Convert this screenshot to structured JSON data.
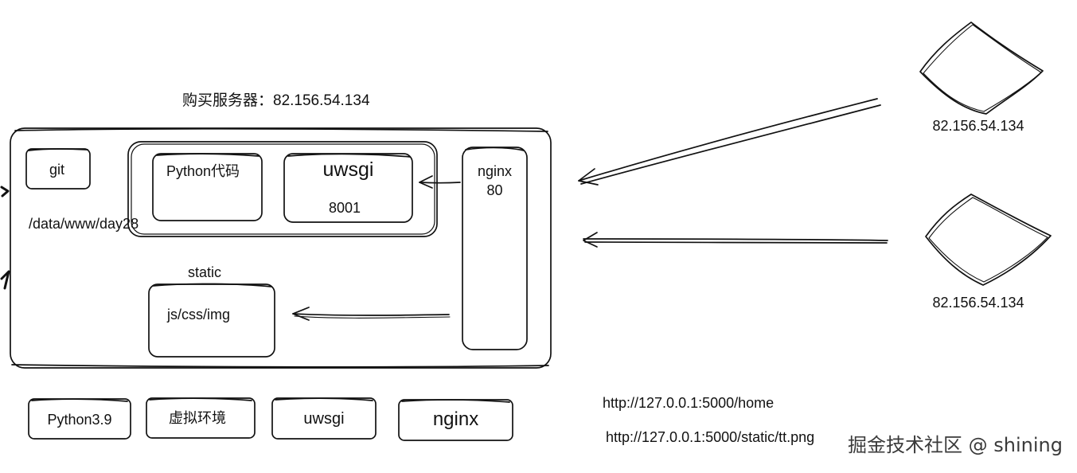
{
  "server_title": "购买服务器：82.156.54.134",
  "boxes": {
    "git": "git",
    "project_path": "/data/www/day28",
    "python_code": "Python代码",
    "uwsgi_title": "uwsgi",
    "uwsgi_port": "8001",
    "nginx_title": "nginx",
    "nginx_port": "80",
    "static_label": "static",
    "static_box": "js/css/img"
  },
  "clients": [
    {
      "ip": "82.156.54.134"
    },
    {
      "ip": "82.156.54.134"
    }
  ],
  "components": [
    {
      "label": "Python3.9"
    },
    {
      "label": "虚拟环境"
    },
    {
      "label": "uwsgi"
    },
    {
      "label": "nginx"
    }
  ],
  "urls": [
    {
      "text": "http://127.0.0.1:5000/home"
    },
    {
      "text": "http://127.0.0.1:5000/static/tt.png"
    }
  ],
  "watermark": "掘金技术社区 @ shining"
}
